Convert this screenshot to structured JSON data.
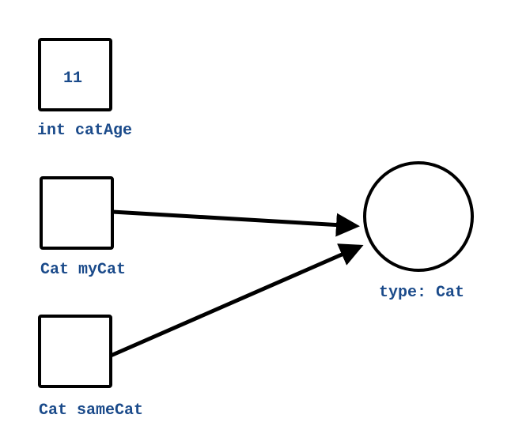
{
  "variables": [
    {
      "id": "catAge",
      "label": "int catAge",
      "value": "11"
    },
    {
      "id": "myCat",
      "label": "Cat myCat",
      "value": ""
    },
    {
      "id": "sameCat",
      "label": "Cat sameCat",
      "value": ""
    }
  ],
  "object": {
    "label": "type: Cat"
  },
  "references": [
    {
      "from": "myCat",
      "to": "object"
    },
    {
      "from": "sameCat",
      "to": "object"
    }
  ],
  "colors": {
    "label": "#1a4a8a",
    "stroke": "#000000"
  }
}
